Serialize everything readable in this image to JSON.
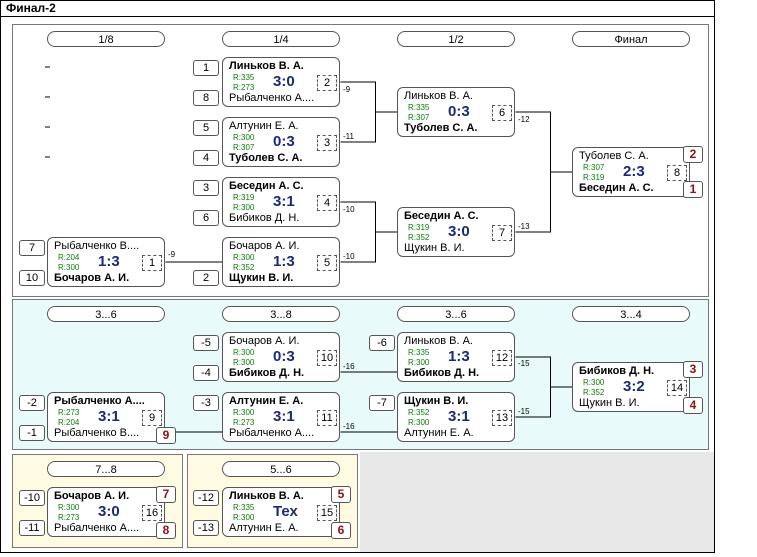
{
  "title": "Финал-2",
  "stages": [
    "1/8",
    "1/4",
    "1/2",
    "Финал",
    "3...6",
    "3...8",
    "3...6",
    "3...4",
    "7...8",
    "5...6"
  ],
  "seeds": [
    "1",
    "8",
    "5",
    "4",
    "3",
    "6",
    "7",
    "10",
    "2",
    "-5",
    "-4",
    "-6",
    "-2",
    "-1",
    "-3",
    "-7",
    "-10",
    "-11",
    "-12",
    "-13"
  ],
  "matches": [
    {
      "p1": "Линьков В. А.",
      "p2": "Рыбалченко А....",
      "r1": "R:335",
      "r2": "R:273",
      "score": "3:0",
      "num": "2"
    },
    {
      "p1": "Алтунин Е. А.",
      "p2": "Туболев С. А.",
      "r1": "R:300",
      "r2": "R:307",
      "score": "0:3",
      "num": "3"
    },
    {
      "p1": "Беседин А. С.",
      "p2": "Бибиков Д. Н.",
      "r1": "R:319",
      "r2": "R:300",
      "score": "3:1",
      "num": "4"
    },
    {
      "p1": "Бочаров А. И.",
      "p2": "Щукин В. И.",
      "r1": "R:300",
      "r2": "R:352",
      "score": "1:3",
      "num": "5"
    },
    {
      "p1": "Рыбалченко В....",
      "p2": "Бочаров А. И.",
      "r1": "R:204",
      "r2": "R:300",
      "score": "1:3",
      "num": "1"
    },
    {
      "p1": "Линьков В. А.",
      "p2": "Туболев С. А.",
      "r1": "R:335",
      "r2": "R:307",
      "score": "0:3",
      "num": "6"
    },
    {
      "p1": "Беседин А. С.",
      "p2": "Щукин В. И.",
      "r1": "R:319",
      "r2": "R:352",
      "score": "3:0",
      "num": "7"
    },
    {
      "p1": "Туболев С. А.",
      "p2": "Беседин А. С.",
      "r1": "R:307",
      "r2": "R:319",
      "score": "2:3",
      "num": "8",
      "place1": "2",
      "place2": "1"
    },
    {
      "p1": "Бочаров А. И.",
      "p2": "Бибиков Д. Н.",
      "r1": "R:300",
      "r2": "R:300",
      "score": "0:3",
      "num": "10"
    },
    {
      "p1": "Линьков В. А.",
      "p2": "Бибиков Д. Н.",
      "r1": "R:335",
      "r2": "R:300",
      "score": "1:3",
      "num": "12"
    },
    {
      "p1": "Рыбалченко А....",
      "p2": "Рыбалченко В....",
      "r1": "R:273",
      "r2": "R:204",
      "score": "3:1",
      "num": "9",
      "place2": "9"
    },
    {
      "p1": "Алтунин Е. А.",
      "p2": "Рыбалченко А....",
      "r1": "R:300",
      "r2": "R:273",
      "score": "3:1",
      "num": "11"
    },
    {
      "p1": "Щукин В. И.",
      "p2": "Алтунин Е. А.",
      "r1": "R:352",
      "r2": "R:300",
      "score": "3:1",
      "num": "13"
    },
    {
      "p1": "Бибиков Д. Н.",
      "p2": "Щукин В. И.",
      "r1": "R:300",
      "r2": "R:352",
      "score": "3:2",
      "num": "14",
      "place1": "3",
      "place2": "4"
    },
    {
      "p1": "Бочаров А. И.",
      "p2": "Рыбалченко А....",
      "r1": "R:300",
      "r2": "R:273",
      "score": "3:0",
      "num": "16",
      "place1": "7",
      "place2": "8"
    },
    {
      "p1": "Линьков В. А.",
      "p2": "Алтунин Е. А.",
      "r1": "R:335",
      "r2": "R:300",
      "score": "Тех",
      "num": "15",
      "place1": "5",
      "place2": "6"
    }
  ],
  "refs": [
    "-9",
    "-11",
    "-12",
    "-10",
    "-10",
    "-13",
    "-9",
    "-16",
    "-15",
    "-15",
    "-16"
  ]
}
